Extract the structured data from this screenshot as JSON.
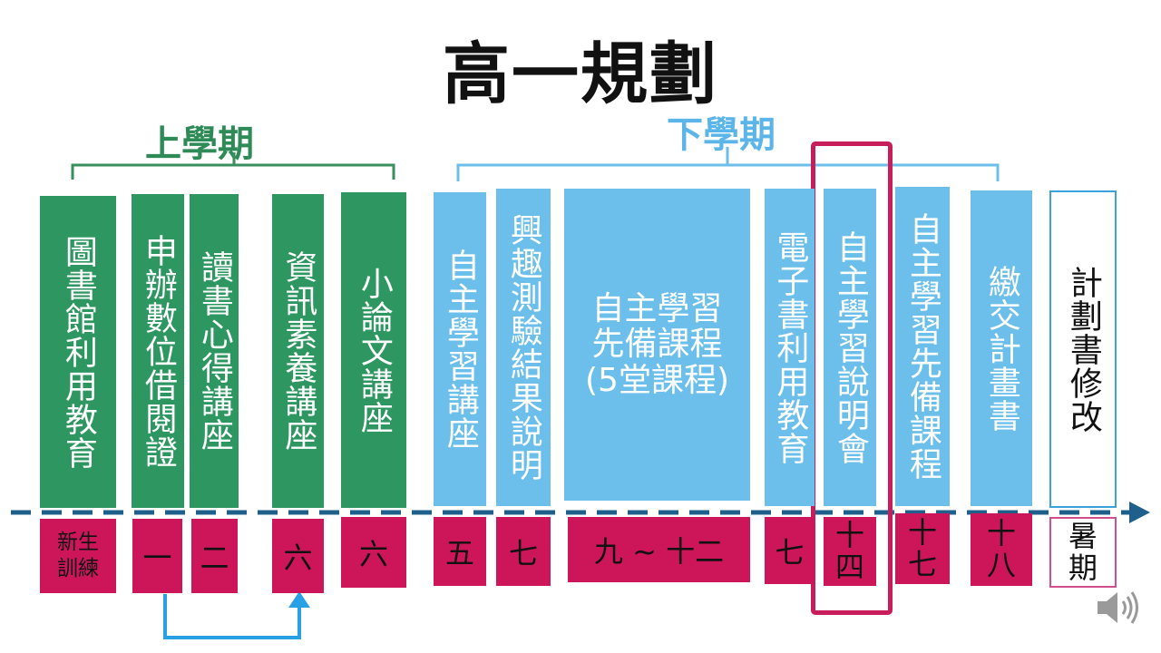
{
  "title": "高一規劃",
  "semesters": {
    "first": "上學期",
    "second": "下學期"
  },
  "columns": [
    {
      "label": "圖書館利用教育",
      "week": "新生\n訓練"
    },
    {
      "label": "申辦數位借閱證",
      "week": "一"
    },
    {
      "label": "讀書心得講座",
      "week": "二"
    },
    {
      "label": "資訊素養講座",
      "week": "六"
    },
    {
      "label": "小論文講座",
      "week": "六"
    },
    {
      "label": "自主學習講座",
      "week": "五"
    },
    {
      "label": "興趣測驗結果說明",
      "week": "七"
    },
    {
      "label": "自主學習\n先備課程\n(5堂課程)",
      "week": "九 ~ 十二"
    },
    {
      "label": "電子書利用教育",
      "week": "七"
    },
    {
      "label": "自主學習說明會",
      "week": "十\n四"
    },
    {
      "label": "自主學習先備課程",
      "week": "十\n七"
    },
    {
      "label": "繳交計畫書",
      "week": "十\n八"
    },
    {
      "label": "計劃書修改",
      "week": "暑\n期"
    }
  ],
  "colors": {
    "first_semester": "#2e9660",
    "second_semester": "#6cbfea",
    "week_box": "#cc1659",
    "timeline": "#1f5f8b",
    "highlight": "#c81d5b"
  },
  "icons": {
    "speaker": "speaker-icon"
  }
}
